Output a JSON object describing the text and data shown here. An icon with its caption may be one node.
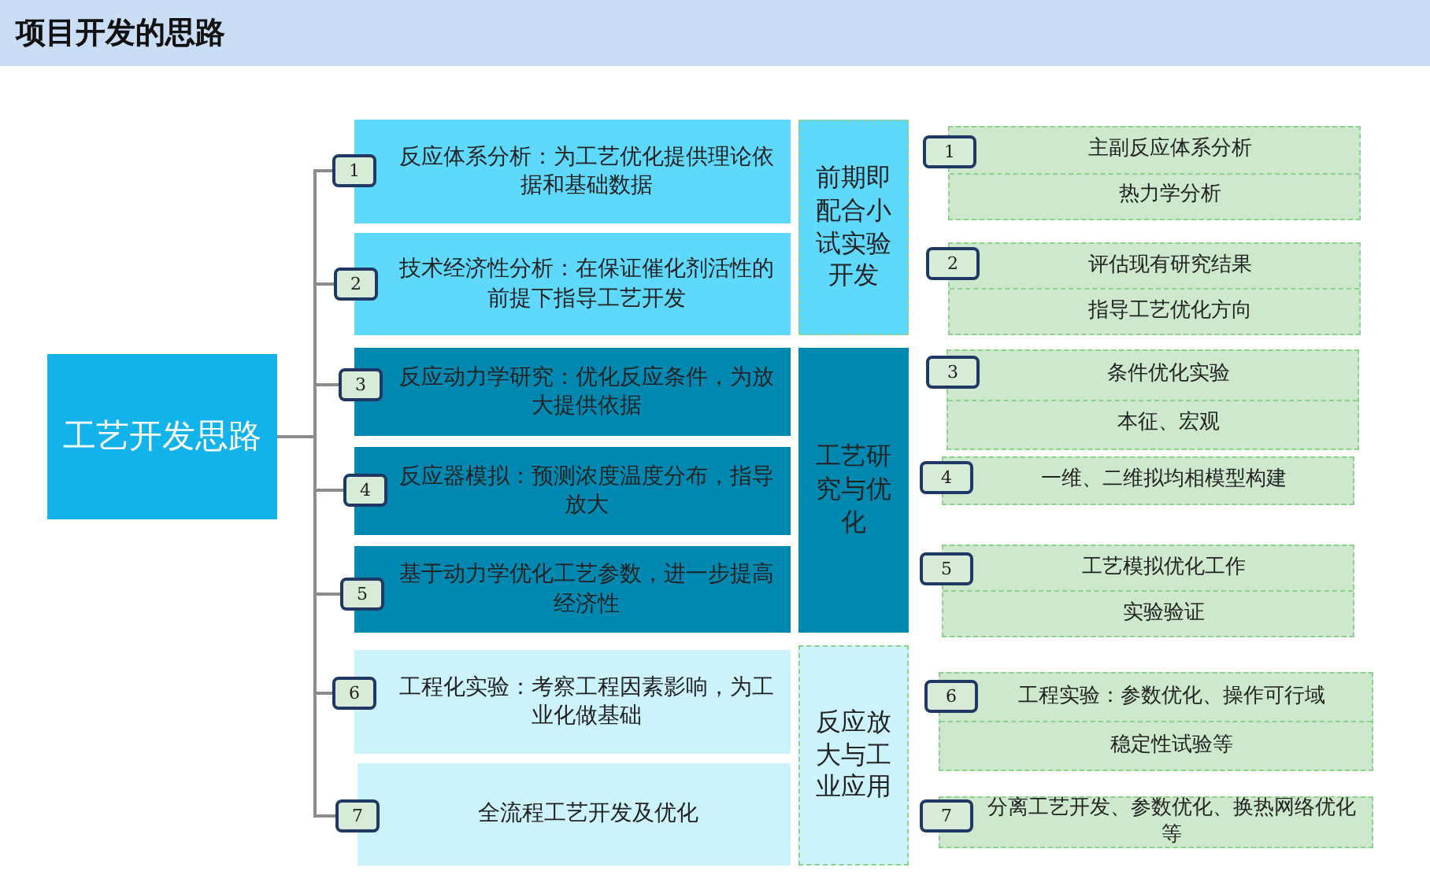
{
  "diagram": {
    "title": "项目开发的思路",
    "nodes": [
      {
        "text": [
          "工艺开发思路"
        ]
      },
      {
        "text": [
          "1"
        ]
      },
      {
        "text": [
          "2"
        ]
      },
      {
        "text": [
          "3"
        ]
      },
      {
        "text": [
          "4"
        ]
      },
      {
        "text": [
          "5"
        ]
      },
      {
        "text": [
          "6"
        ]
      },
      {
        "text": [
          "7"
        ]
      },
      {
        "text": [
          "反应体系分析：为工艺优化提供理论依据和基础数据"
        ]
      },
      {
        "text": [
          "技术经济性分析：在保证催化剂活性的前提下指导工艺开发"
        ]
      },
      {
        "text": [
          "反应动力学研究：优化反应条件，为放大提供依据"
        ]
      },
      {
        "text": [
          "反应器模拟：预测浓度温度分布，指导放大"
        ]
      },
      {
        "text": [
          "基于动力学优化工艺参数，进一步提高经济性"
        ]
      },
      {
        "text": [
          "工程化实验：考察工程因素影响，为工业化做基础"
        ]
      },
      {
        "text": [
          "全流程工艺开发及优化"
        ]
      },
      {
        "text": [
          "前期即配合小试实验开发"
        ]
      },
      {
        "text": [
          "工艺研究与优化"
        ]
      },
      {
        "text": [
          "反应放大与工业应用"
        ]
      },
      {
        "text": [
          "1"
        ]
      },
      {
        "text": [
          "2"
        ]
      },
      {
        "text": [
          "3"
        ]
      },
      {
        "text": [
          "4"
        ]
      },
      {
        "text": [
          "5"
        ]
      },
      {
        "text": [
          "6"
        ]
      },
      {
        "text": [
          "7"
        ]
      },
      {
        "text": [
          "主副反应体系分析",
          "热力学分析"
        ]
      },
      {
        "text": [
          "评估现有研究结果",
          "指导工艺优化方向"
        ]
      },
      {
        "text": [
          "条件优化实验",
          "本征、宏观"
        ]
      },
      {
        "text": [
          "一维、二维拟均相模型构建"
        ]
      },
      {
        "text": [
          "工艺模拟优化工作",
          "实验验证"
        ]
      },
      {
        "text": [
          "工程实验：参数优化、操作可行域",
          "稳定性试验等"
        ]
      },
      {
        "text": [
          "分离工艺开发、参数优化、换热网络优化等"
        ]
      }
    ],
    "edges": [
      {
        "from": 0,
        "to": 1,
        "arrow": "none"
      },
      {
        "from": 0,
        "to": 2,
        "arrow": "none"
      },
      {
        "from": 0,
        "to": 3,
        "arrow": "none"
      },
      {
        "from": 0,
        "to": 4,
        "arrow": "none"
      },
      {
        "from": 0,
        "to": 5,
        "arrow": "none"
      },
      {
        "from": 0,
        "to": 6,
        "arrow": "none"
      },
      {
        "from": 0,
        "to": 7,
        "arrow": "none"
      }
    ]
  }
}
